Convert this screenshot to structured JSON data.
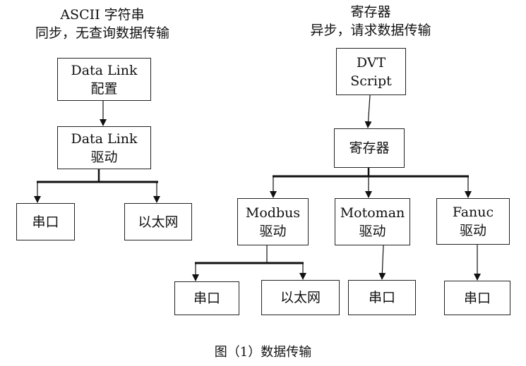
{
  "left_header": {
    "line1": "ASCII  字符串",
    "line2": "同步，无查询数据传输"
  },
  "right_header": {
    "line1": "寄存器",
    "line2": "异步，请求数据传输"
  },
  "boxes": {
    "datalink_config": {
      "line1": "Data  Link",
      "line2": "配置"
    },
    "datalink_driver": {
      "line1": "Data  Link",
      "line2": "驱动"
    },
    "serial_left": {
      "label": "串口"
    },
    "ethernet_left": {
      "label": "以太网"
    },
    "dvt_script": {
      "line1": "DVT",
      "line2": "Script"
    },
    "register": {
      "label": "寄存器"
    },
    "modbus_driver": {
      "line1": "Modbus",
      "line2": "驱动"
    },
    "motoman_driver": {
      "line1": "Motoman",
      "line2": "驱动"
    },
    "fanuc_driver": {
      "line1": "Fanuc",
      "line2": "驱动"
    },
    "modbus_serial": {
      "label": "串口"
    },
    "modbus_ethernet": {
      "label": "以太网"
    },
    "motoman_serial": {
      "label": "串口"
    },
    "fanuc_serial": {
      "label": "串口"
    }
  },
  "caption": "图（1）数据传输"
}
